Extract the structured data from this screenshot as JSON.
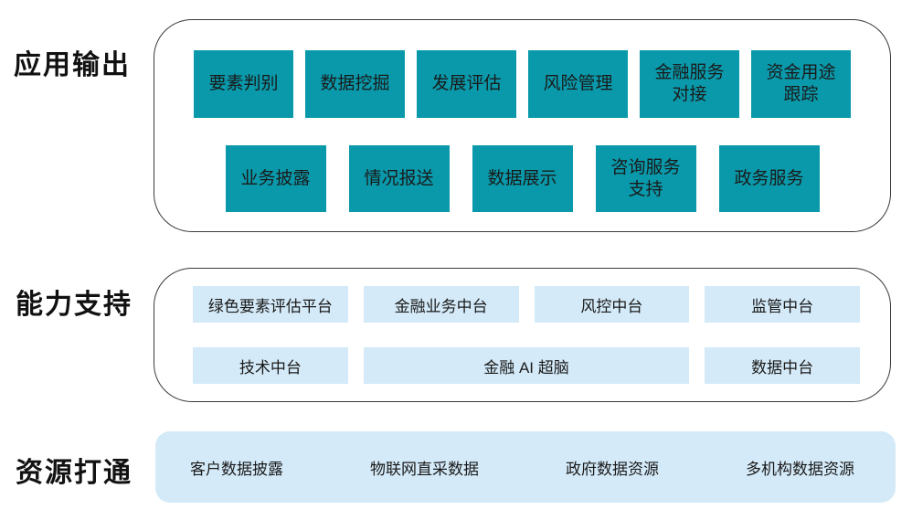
{
  "colors": {
    "teal": "#0999aa",
    "light_blue": "#d4eaf8",
    "border": "#3a3a3a",
    "text_dark": "#1a1a1a"
  },
  "section_app_output": {
    "label": "应用输出",
    "row1": [
      "要素判别",
      "数据挖掘",
      "发展评估",
      "风险管理",
      "金融服务\n对接",
      "资金用途\n跟踪"
    ],
    "row2": [
      "业务披露",
      "情况报送",
      "数据展示",
      "咨询服务\n支持",
      "政务服务"
    ]
  },
  "section_capability": {
    "label": "能力支持",
    "row1": [
      "绿色要素评估平台",
      "金融业务中台",
      "风控中台",
      "监管中台"
    ],
    "row2": [
      "技术中台",
      "金融 AI 超脑",
      "数据中台"
    ]
  },
  "section_resources": {
    "label": "资源打通",
    "items": [
      "客户数据披露",
      "物联网直采数据",
      "政府数据资源",
      "多机构数据资源"
    ]
  }
}
